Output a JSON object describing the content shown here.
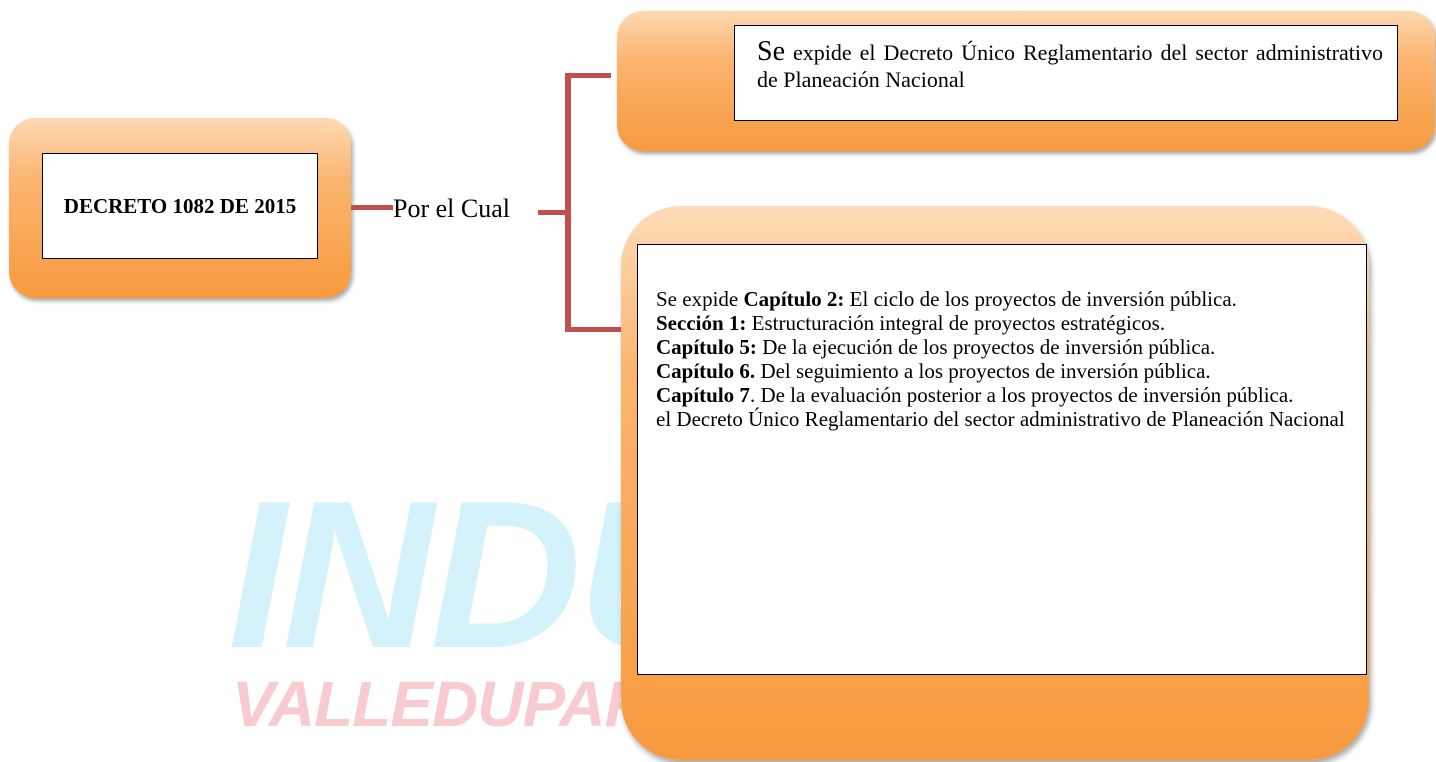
{
  "watermark": {
    "line1": "INDU",
    "line2": "VALLEDUPAR"
  },
  "root": {
    "title": "DECRETO 1082 DE 2015"
  },
  "connector_label": "Por el Cual",
  "box1": {
    "first_word": "Se",
    "rest": " expide el Decreto Único Reglamentario del sector administrativo de Planeación Nacional"
  },
  "box2": {
    "lines": [
      {
        "prefix": "Se expide ",
        "bold": "Capítulo 2:",
        "text": " El ciclo de los proyectos de inversión pública."
      },
      {
        "prefix": "",
        "bold": "Sección 1:",
        "text": " Estructuración integral de proyectos  estratégicos."
      },
      {
        "prefix": "",
        "bold": "Capítulo 5:",
        "text": " De la ejecución de los proyectos de inversión pública."
      },
      {
        "prefix": "",
        "bold": "Capítulo 6.",
        "text": " Del seguimiento a los proyectos de inversión pública."
      },
      {
        "prefix": "",
        "bold": "Capítulo 7",
        "text": ". De la evaluación posterior a los proyectos de inversión pública."
      },
      {
        "prefix": "",
        "bold": "",
        "text": "el Decreto Único Reglamentario del sector administrativo de Planeación Nacional"
      }
    ]
  },
  "colors": {
    "connector": "#c0504d",
    "orange": "#f79a3e",
    "watermark_blue": "#d3f2fb",
    "watermark_pink": "#f7cbcf"
  }
}
